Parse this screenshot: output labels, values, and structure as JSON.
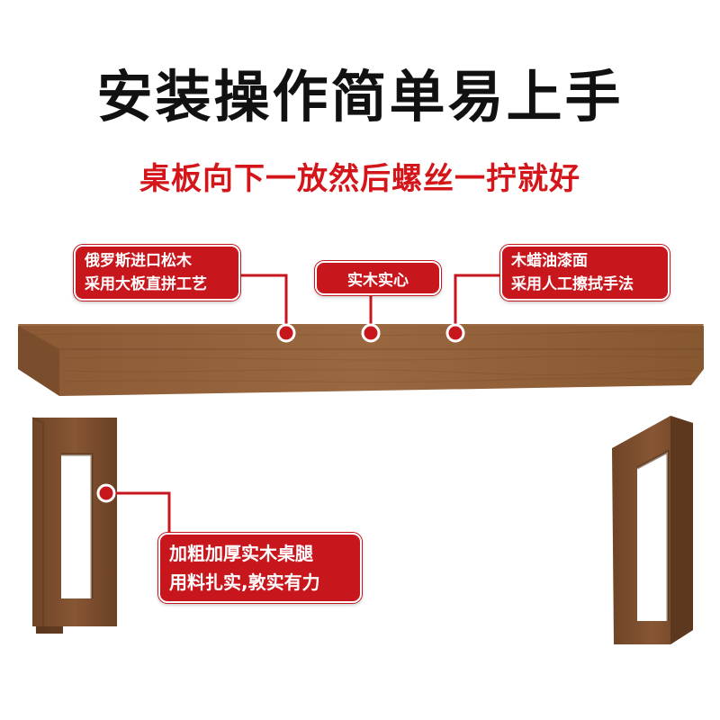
{
  "headline": "安装操作简单易上手",
  "subheadline": "桌板向下一放然后螺丝一拧就好",
  "callouts": {
    "pine": {
      "line1": "俄罗斯进口松木",
      "line2": "采用大板直拼工艺"
    },
    "solid": {
      "line1": "实木实心"
    },
    "wax": {
      "line1": "木蜡油漆面",
      "line2": "采用人工擦拭手法"
    },
    "legs": {
      "line1": "加粗加厚实木桌腿",
      "line2": "用料扎实,敦实有力"
    }
  },
  "colors": {
    "accent_red": "#c8161d",
    "wood_top": "#8a5a36",
    "wood_front": "#7a4b2b",
    "wood_dark": "#5e3a22",
    "title_black": "#111111"
  }
}
